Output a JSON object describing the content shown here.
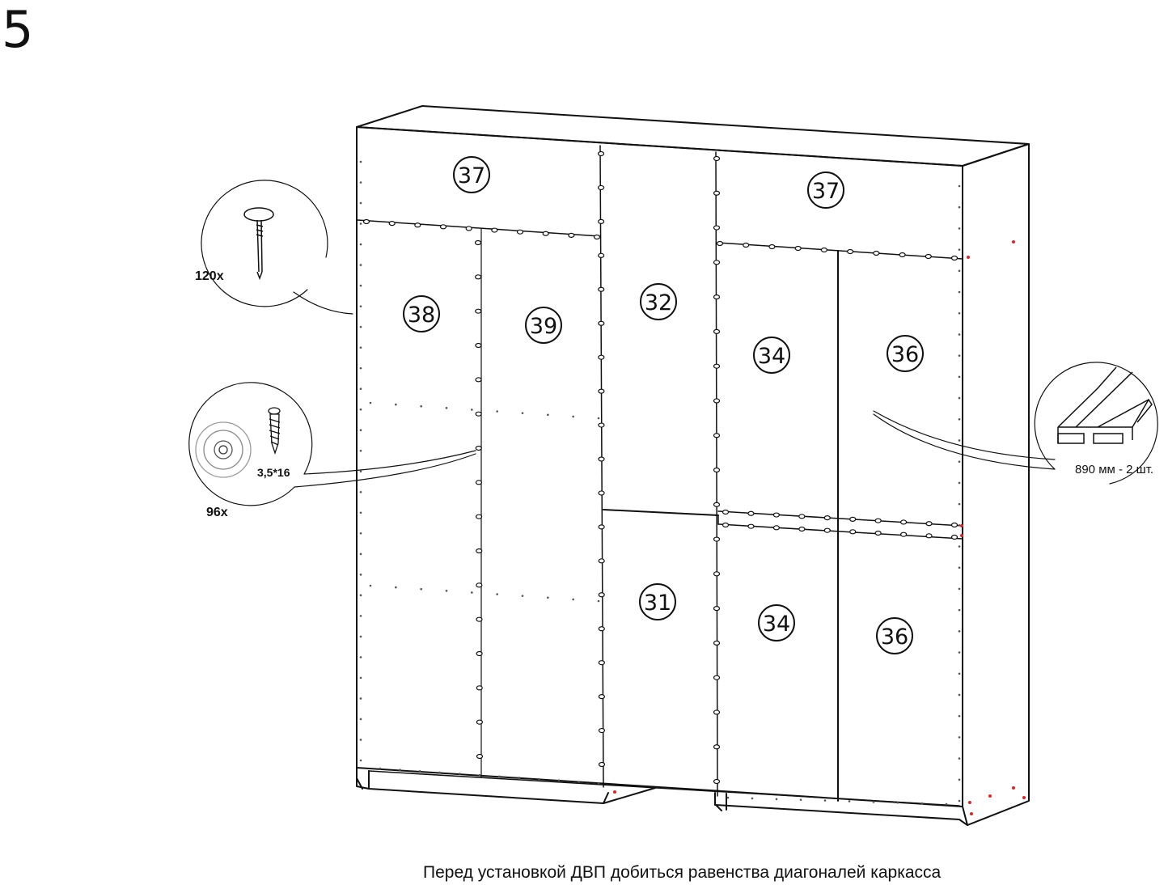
{
  "step": {
    "number": "5"
  },
  "caption": "Перед установкой ДВП добиться равенства диагоналей каркасса",
  "panels": [
    {
      "id": "p37a",
      "label": "37"
    },
    {
      "id": "p37b",
      "label": "37"
    },
    {
      "id": "p38",
      "label": "38"
    },
    {
      "id": "p39",
      "label": "39"
    },
    {
      "id": "p32",
      "label": "32"
    },
    {
      "id": "p31",
      "label": "31"
    },
    {
      "id": "p34a",
      "label": "34"
    },
    {
      "id": "p34b",
      "label": "34"
    },
    {
      "id": "p36a",
      "label": "36"
    },
    {
      "id": "p36b",
      "label": "36"
    }
  ],
  "callouts": {
    "nail": {
      "quantity": "120x",
      "icon": "nail-icon"
    },
    "screw": {
      "quantity": "96x",
      "size": "3,5*16",
      "icon": "screw-icon"
    },
    "profile": {
      "text": "890 мм - 2 шт.",
      "icon": "connector-profile-icon"
    }
  }
}
